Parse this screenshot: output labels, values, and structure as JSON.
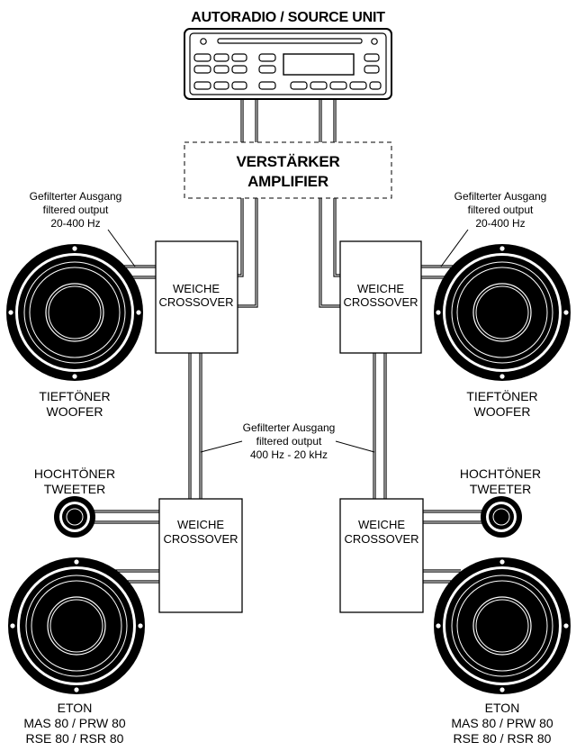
{
  "source_unit": {
    "label": "AUTORADIO / SOURCE UNIT"
  },
  "amplifier": {
    "line1": "VERSTÄRKER",
    "line2": "AMPLIFIER"
  },
  "crossover": {
    "line1": "WEICHE",
    "line2": "CROSSOVER"
  },
  "filtered_low": {
    "line1": "Gefilterter Ausgang",
    "line2": "filtered output",
    "line3": "20-400 Hz"
  },
  "filtered_high": {
    "line1": "Gefilterter Ausgang",
    "line2": "filtered output",
    "line3": "400 Hz - 20 kHz"
  },
  "woofer": {
    "line1": "TIEFTÖNER",
    "line2": "WOOFER"
  },
  "tweeter": {
    "line1": "HOCHTÖNER",
    "line2": "TWEETER"
  },
  "product": {
    "line1": "ETON",
    "line2": "MAS 80 / PRW 80",
    "line3": "RSE 80 / RSR 80"
  }
}
